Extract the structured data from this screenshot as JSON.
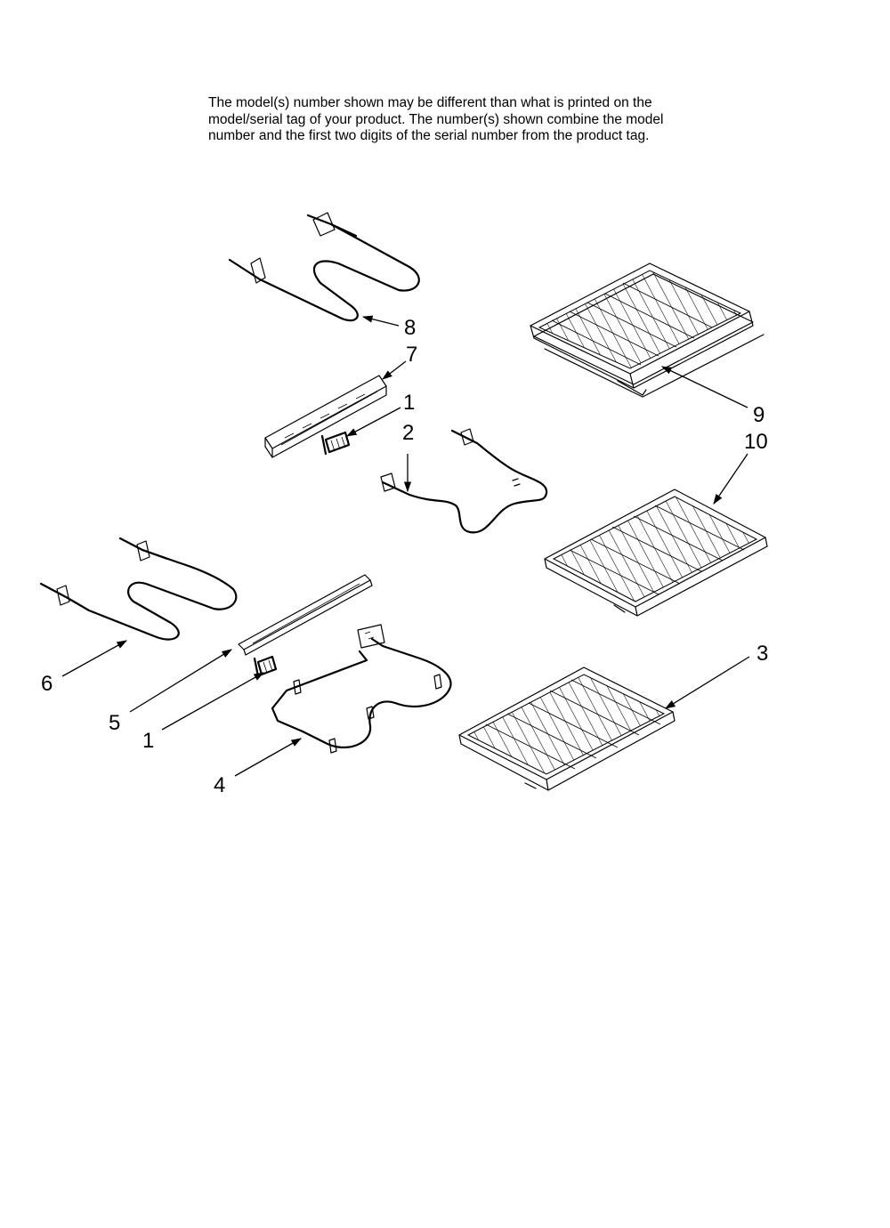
{
  "notice": {
    "line1": "The model(s) number shown may be different than what is printed on the",
    "line2": "model/serial tag of your product. The number(s) shown combine the model",
    "line3": "number and the first two digits of the serial number from the product tag."
  },
  "callouts": {
    "c8": "8",
    "c7": "7",
    "c1_top": "1",
    "c2": "2",
    "c9": "9",
    "c10": "10",
    "c3": "3",
    "c6": "6",
    "c5": "5",
    "c1_bottom": "1",
    "c4": "4"
  }
}
